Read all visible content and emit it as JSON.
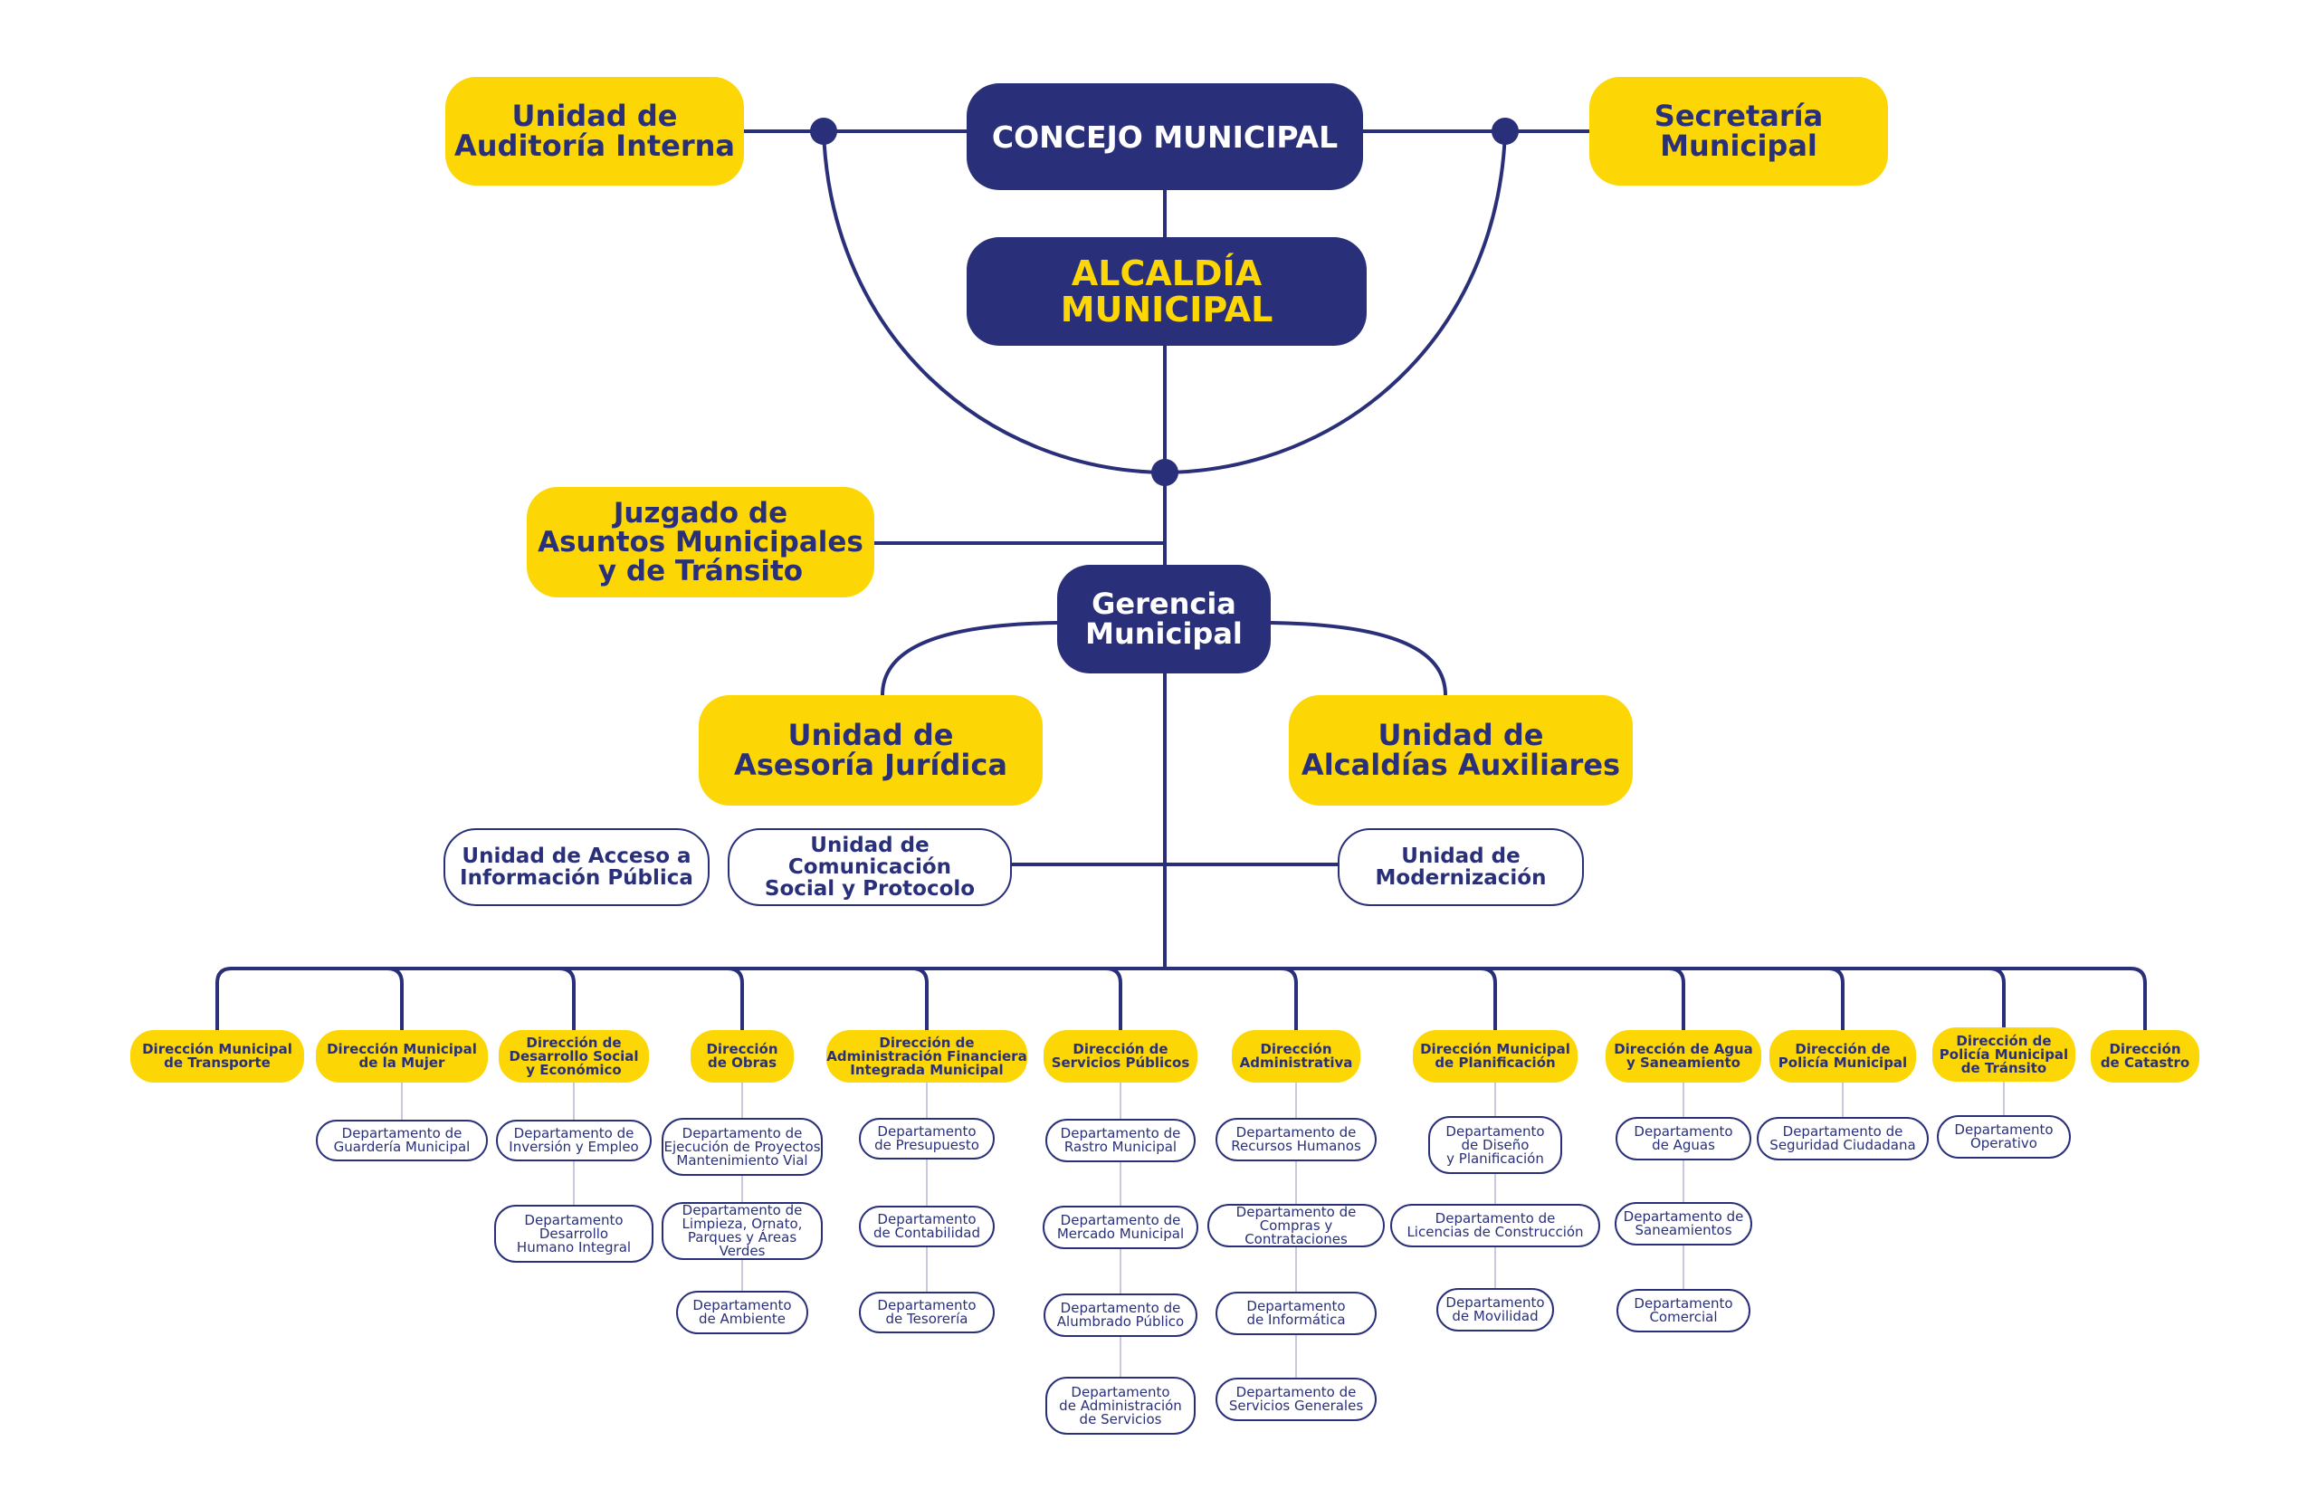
{
  "top": {
    "concejo": "CONCEJO MUNICIPAL",
    "alcaldia": "ALCALDÍA\nMUNICIPAL",
    "auditoria": "Unidad de\nAuditoría Interna",
    "secretaria": "Secretaría\nMunicipal",
    "juzgado": "Juzgado de\nAsuntos Municipales\ny de Tránsito",
    "gerencia": "Gerencia\nMunicipal",
    "asesoria": "Unidad de\nAsesoría Jurídica",
    "auxiliares": "Unidad de\nAlcaldías Auxiliares",
    "acceso": "Unidad de Acceso a\nInformación Pública",
    "comunicacion": "Unidad de Comunicación\nSocial y Protocolo",
    "modernizacion": "Unidad de\nModernización"
  },
  "directions": [
    {
      "label": "Dirección Municipal\nde Transporte",
      "departments": []
    },
    {
      "label": "Dirección Municipal\nde la Mujer",
      "departments": [
        "Departamento de\nGuardería Municipal"
      ]
    },
    {
      "label": "Dirección de\nDesarrollo Social\ny Económico",
      "departments": [
        "Departamento de\nInversión y Empleo",
        "Departamento\nDesarrollo\nHumano Integral"
      ]
    },
    {
      "label": "Dirección\nde Obras",
      "departments": [
        "Departamento de\nEjecución de Proyectos\nMantenimiento Vial",
        "Departamento de\nLimpieza, Ornato,\nParques y Áreas Verdes",
        "Departamento\nde Ambiente"
      ]
    },
    {
      "label": "Dirección de\nAdministración Financiera\nIntegrada Municipal",
      "departments": [
        "Departamento\nde Presupuesto",
        "Departamento\nde Contabilidad",
        "Departamento\nde Tesorería"
      ]
    },
    {
      "label": "Dirección de\nServicios Públicos",
      "departments": [
        "Departamento de\nRastro Municipal",
        "Departamento de\nMercado Municipal",
        "Departamento de\nAlumbrado Público",
        "Departamento\nde Administración\nde Servicios"
      ]
    },
    {
      "label": "Dirección\nAdministrativa",
      "departments": [
        "Departamento de\nRecursos Humanos",
        "Departamento de\nCompras y Contrataciones",
        "Departamento\nde Informática",
        "Departamento de\nServicios Generales"
      ]
    },
    {
      "label": "Dirección Municipal\nde Planificación",
      "departments": [
        "Departamento\nde Diseño\ny Planificación",
        "Departamento de\nLicencias de Construcción",
        "Departamento\nde Movilidad"
      ]
    },
    {
      "label": "Dirección de Agua\ny Saneamiento",
      "departments": [
        "Departamento\nde Aguas",
        "Departamento de\nSaneamientos",
        "Departamento\nComercial"
      ]
    },
    {
      "label": "Dirección de\nPolicía Municipal",
      "departments": [
        "Departamento de\nSeguridad Ciudadana"
      ]
    },
    {
      "label": "Dirección de\nPolicía Municipal\nde Tránsito",
      "departments": [
        "Departamento\nOperativo"
      ]
    },
    {
      "label": "Dirección\nde Catastro",
      "departments": []
    }
  ],
  "colors": {
    "navy": "#293079",
    "yellow": "#fcd605",
    "white": "#ffffff"
  }
}
